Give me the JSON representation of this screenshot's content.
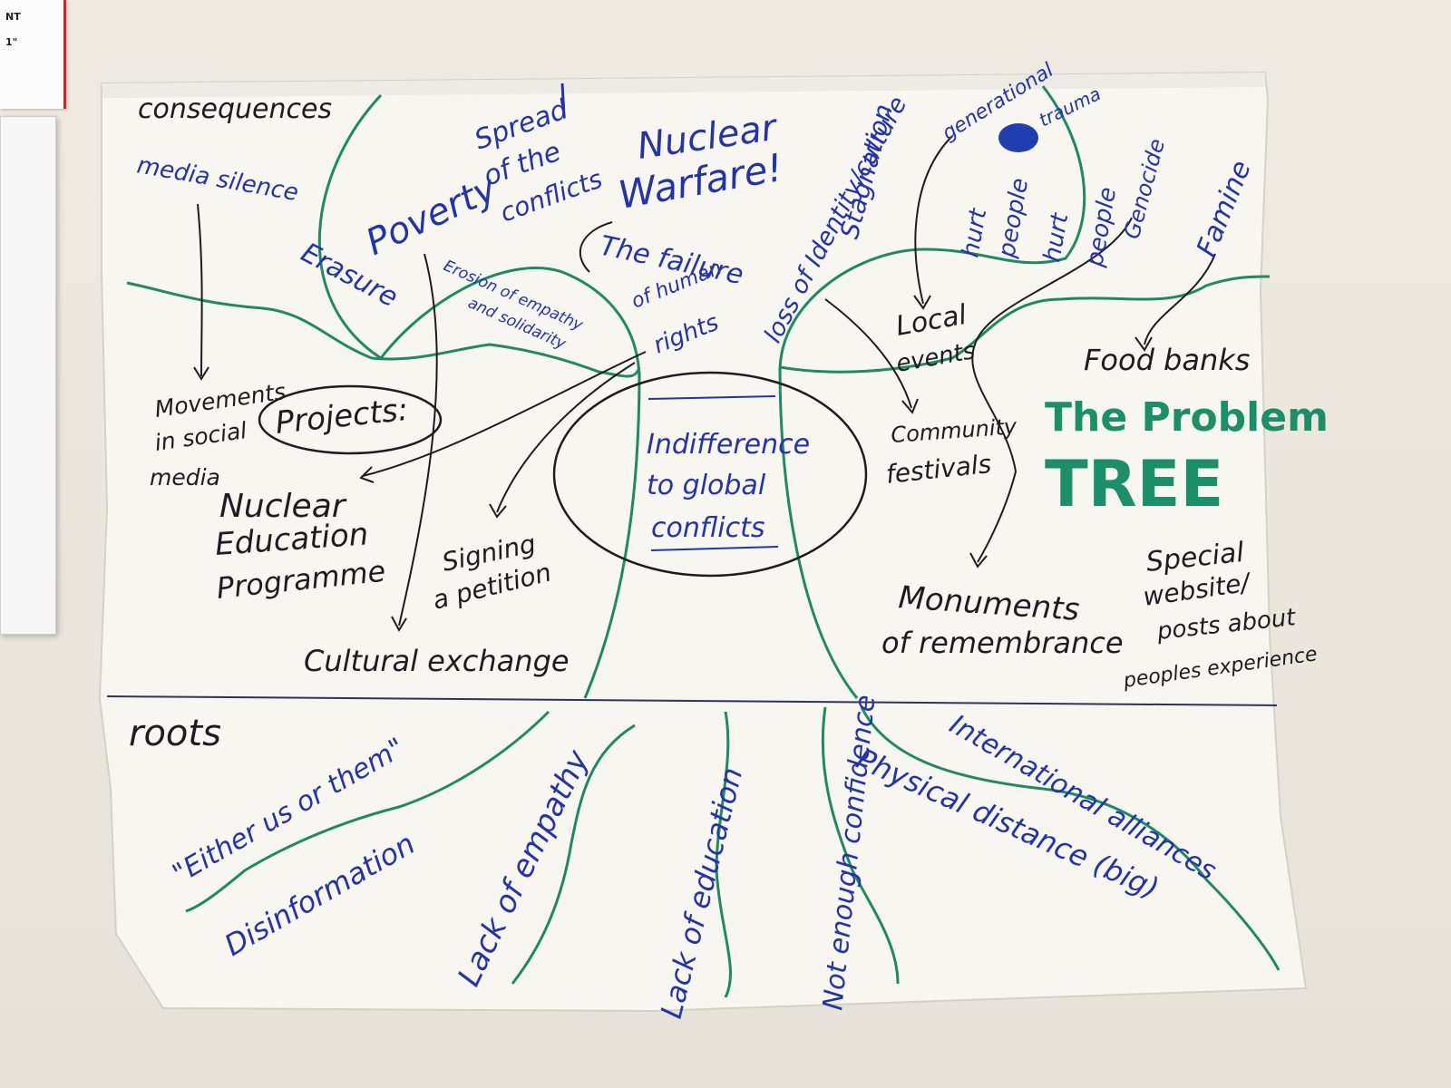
{
  "corner_note": {
    "line1": "NT",
    "line2": "1\""
  },
  "poster": {
    "headings": {
      "consequences": "consequences",
      "roots": "roots"
    },
    "center": {
      "line1": "Indifference",
      "line2": "to global",
      "line3": "conflicts"
    },
    "title": {
      "line1": "The Problem",
      "line2": "TREE"
    },
    "consequences": {
      "media_silence": "media silence",
      "erasure": "Erasure",
      "poverty": "Poverty",
      "spread_1": "Spread",
      "spread_2": "of the",
      "spread_3": "conflicts",
      "nuclear_1": "Nuclear",
      "nuclear_2": "Warfare!",
      "erosion_1": "Erosion of empathy",
      "erosion_2": "and solidarity",
      "failure_1": "The failure",
      "failure_2": "of human",
      "failure_3": "rights",
      "loss_identity": "loss of Identity/culture",
      "stagnation": "Stagnation",
      "gen_trauma_1": "generational",
      "gen_trauma_2": "trauma",
      "hurt_1": "hurt",
      "hurt_2": "people",
      "hurt_3": "hurt",
      "hurt_4": "people",
      "genocide": "Genocide",
      "famine": "Famine"
    },
    "projects": {
      "label": "Projects:",
      "movements_1": "Movements",
      "movements_2": "in social",
      "movements_3": "media",
      "nuclear_ed_1": "Nuclear",
      "nuclear_ed_2": "Education",
      "nuclear_ed_3": "Programme",
      "petition_1": "Signing",
      "petition_2": "a petition",
      "cultural": "Cultural exchange",
      "local_1": "Local",
      "local_2": "events",
      "community_1": "Community",
      "community_2": "festivals",
      "food_banks": "Food banks",
      "monuments_1": "Monuments",
      "monuments_2": "of remembrance",
      "special_1": "Special",
      "special_2": "website/",
      "special_3": "posts about",
      "special_4": "peoples experience"
    },
    "roots": {
      "either": "\"Either us or them\"",
      "disinfo": "Disinformation",
      "lack_empathy": "Lack of empathy",
      "lack_education": "Lack of education",
      "not_confidence": "Not enough confidence",
      "physical": "Physical distance (big)",
      "alliances": "International alliances"
    }
  }
}
